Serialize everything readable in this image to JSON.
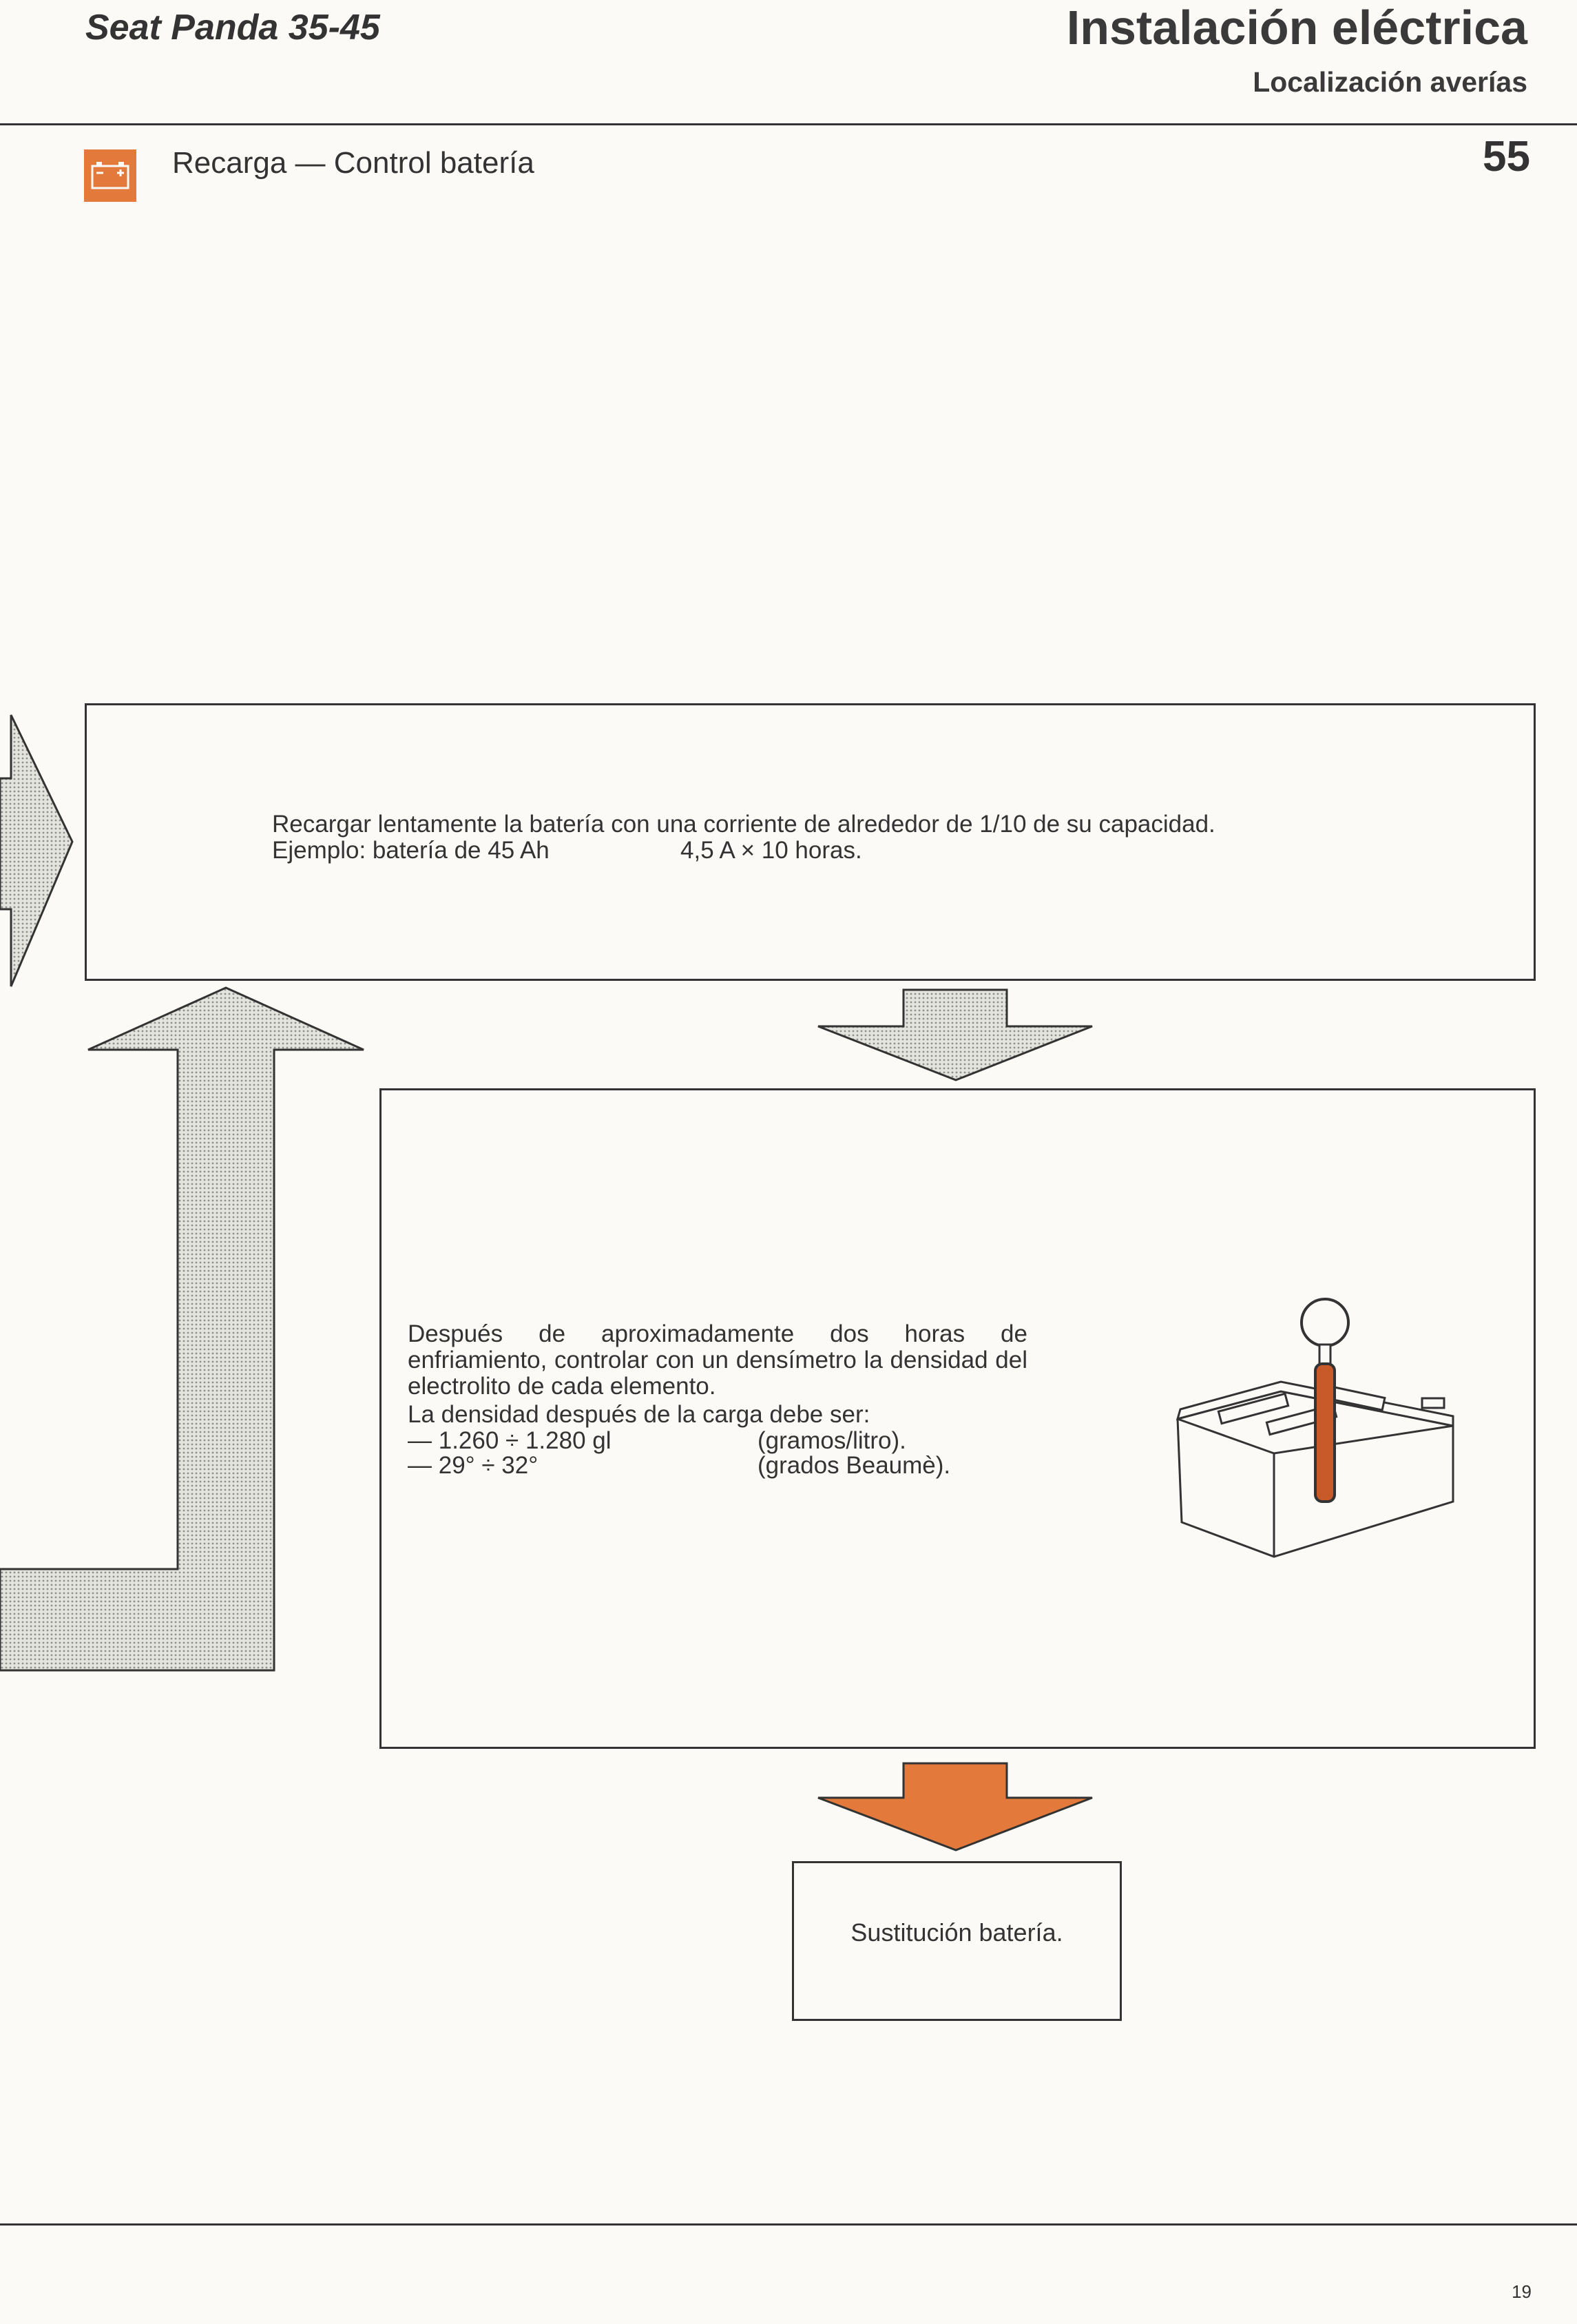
{
  "header": {
    "brand": "Seat Panda 35-45",
    "section": "Instalación eléctrica",
    "subsection": "Localización averías",
    "procedure": "Recarga — Control batería",
    "page_number": "55"
  },
  "steps": {
    "recharge": {
      "line1": "Recargar lentamente la batería con una corriente de alrededor de 1/10 de su capacidad.",
      "example_label": "Ejemplo: batería de 45 Ah",
      "example_value": "4,5 A × 10 horas."
    },
    "density": {
      "paragraph": "Después de aproximadamente dos horas de enfriamiento, controlar con un densímetro la densidad del electrolito de cada elemento.",
      "target_label": "La densidad después de la carga debe ser:",
      "row1_value": "— 1.260 ÷ 1.280 gl",
      "row1_unit": "(gramos/litro).",
      "row2_value": "— 29° ÷ 32°",
      "row2_unit": "(grados Beaumè)."
    },
    "replace": {
      "label": "Sustitución batería."
    }
  },
  "footer": {
    "folio": "19"
  },
  "colors": {
    "accent": "#e37a3c",
    "arrow_gray": "#c9c9c4",
    "ink": "#333333"
  },
  "icons": {
    "procedure": "battery-icon",
    "illustration": "battery-hydrometer-icon"
  }
}
